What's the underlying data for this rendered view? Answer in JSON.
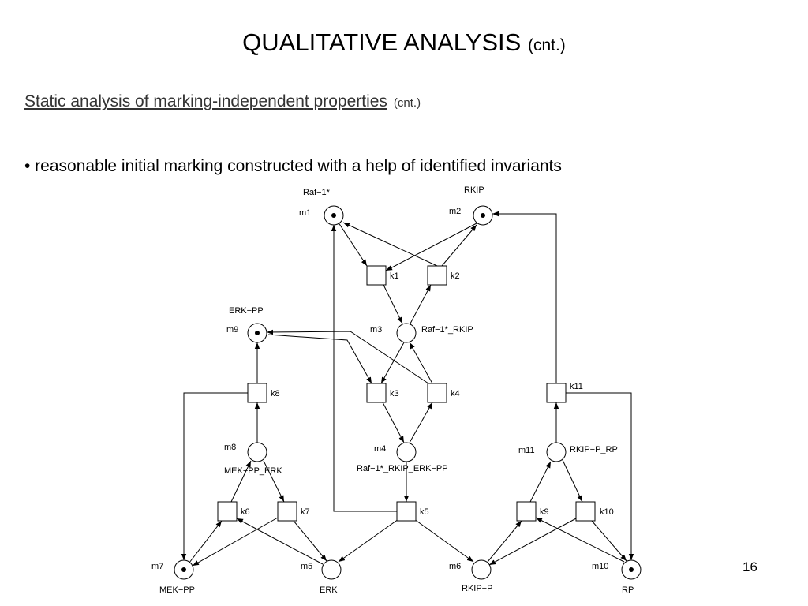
{
  "title": {
    "main": "QUALITATIVE ANALYSIS",
    "suffix": "(cnt.)"
  },
  "subtitle": {
    "text": "Static analysis of marking-independent properties",
    "suffix": "(cnt.)"
  },
  "bullet": "• reasonable initial marking constructed with a help of identified invariants",
  "page_number": "16",
  "diagram": {
    "places": [
      {
        "id": "m1",
        "label": "m1",
        "name": "Raf−1*",
        "token": true
      },
      {
        "id": "m2",
        "label": "m2",
        "name": "RKIP",
        "token": true
      },
      {
        "id": "m3",
        "label": "m3",
        "name": "Raf−1*_RKIP",
        "token": false
      },
      {
        "id": "m4",
        "label": "m4",
        "name": "Raf−1*_RKIP_ERK−PP",
        "token": false
      },
      {
        "id": "m5",
        "label": "m5",
        "name": "ERK",
        "token": false
      },
      {
        "id": "m6",
        "label": "m6",
        "name": "RKIP−P",
        "token": false
      },
      {
        "id": "m7",
        "label": "m7",
        "name": "MEK−PP",
        "token": true
      },
      {
        "id": "m8",
        "label": "m8",
        "name": "MEK−PP_ERK",
        "token": false
      },
      {
        "id": "m9",
        "label": "m9",
        "name": "ERK−PP",
        "token": true
      },
      {
        "id": "m10",
        "label": "m10",
        "name": "RP",
        "token": true
      },
      {
        "id": "m11",
        "label": "m11",
        "name": "RKIP−P_RP",
        "token": false
      }
    ],
    "transitions": [
      "k1",
      "k2",
      "k3",
      "k4",
      "k5",
      "k6",
      "k7",
      "k8",
      "k9",
      "k10",
      "k11"
    ]
  }
}
